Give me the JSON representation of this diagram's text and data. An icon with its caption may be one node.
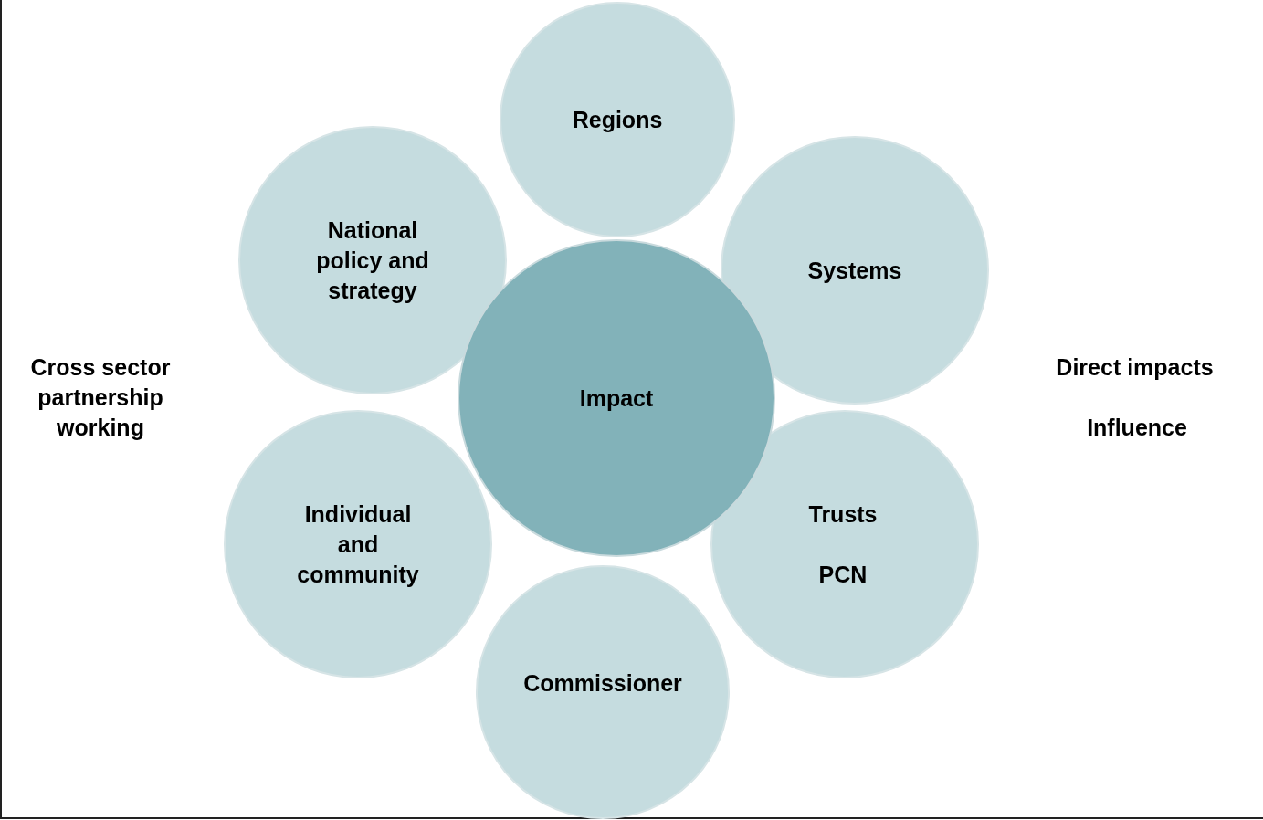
{
  "diagram": {
    "nodes": [
      {
        "text": [
          "Regions"
        ]
      },
      {
        "text": [
          "National policy and strategy"
        ]
      },
      {
        "text": [
          "Systems"
        ]
      },
      {
        "text": [
          "Impact"
        ]
      },
      {
        "text": [
          "Individual and community"
        ]
      },
      {
        "text": [
          "Trusts",
          "PCN"
        ]
      },
      {
        "text": [
          "Commissioner"
        ]
      }
    ],
    "labels": [
      "Cross sector partnership working",
      "Direct impacts",
      "Influence"
    ]
  }
}
